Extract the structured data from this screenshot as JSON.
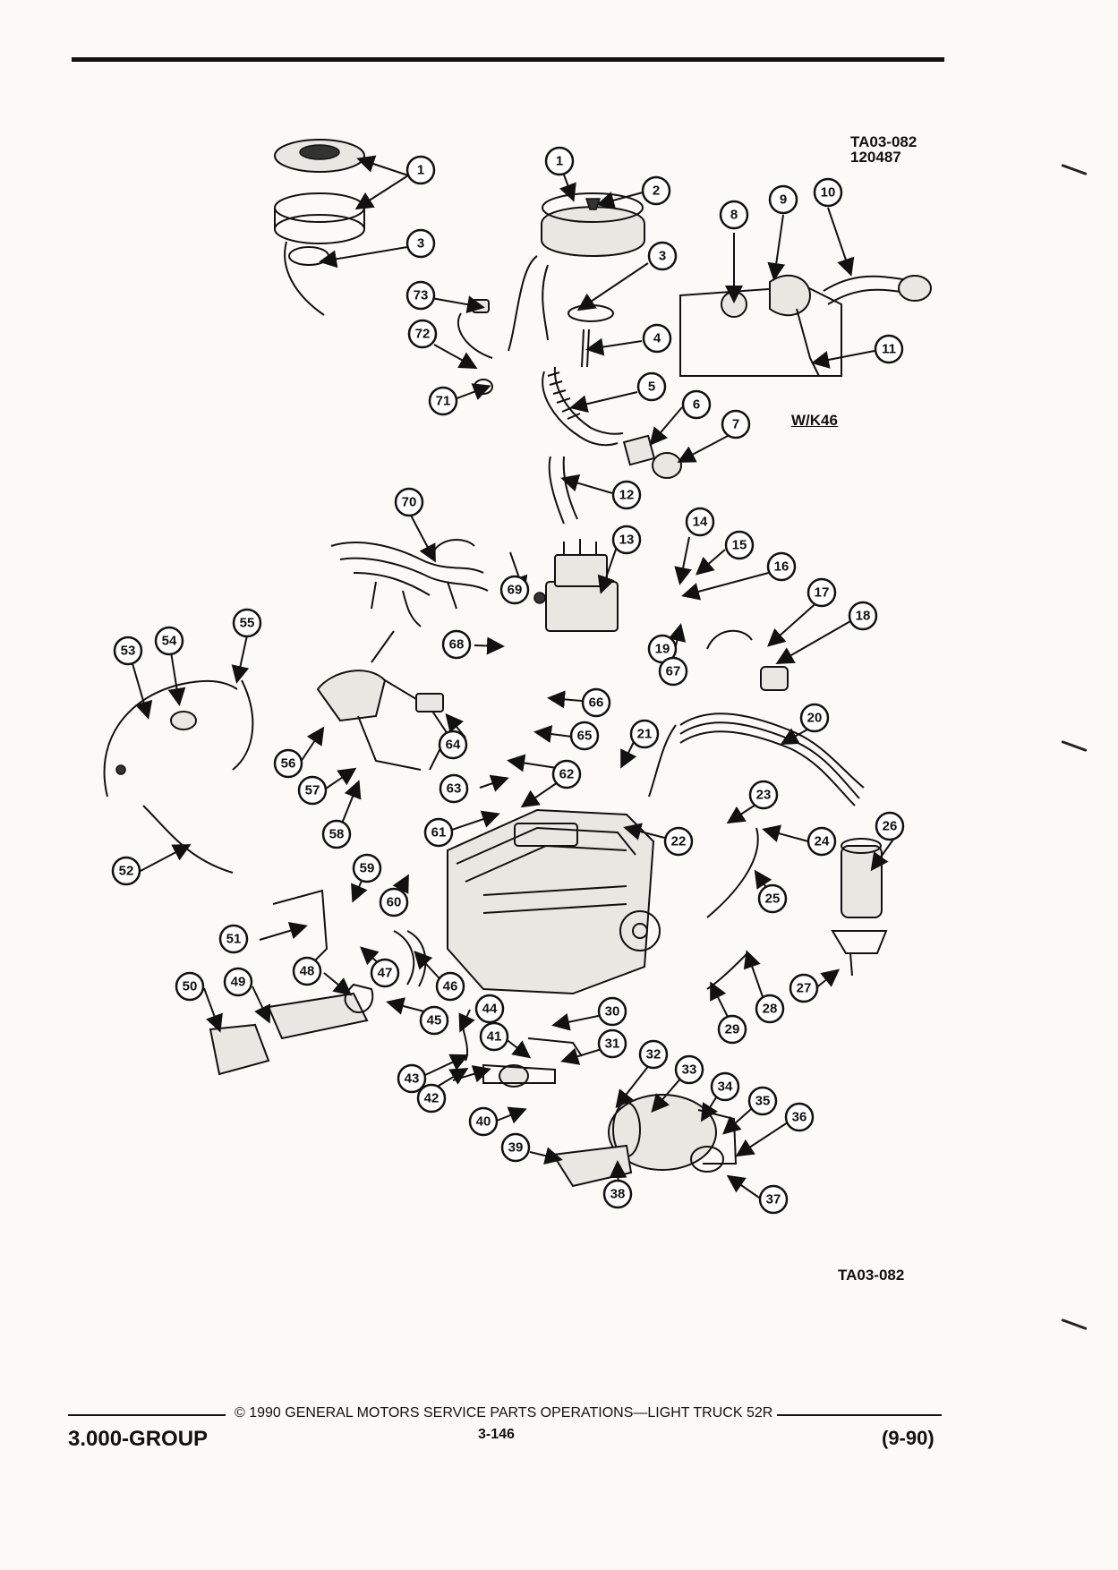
{
  "header": {
    "figure_ref": "TA03-082",
    "figure_date_code": "120487",
    "variant_label": "W/K46"
  },
  "footer": {
    "figure_ref": "TA03-082",
    "group": "3.000-GROUP",
    "copyright": "© 1990 GENERAL MOTORS SERVICE PARTS OPERATIONS—LIGHT TRUCK 52R",
    "page_number": "3-146",
    "revision": "(9-90)"
  },
  "callouts": [
    "1",
    "1",
    "2",
    "3",
    "3",
    "4",
    "5",
    "6",
    "7",
    "8",
    "9",
    "10",
    "11",
    "12",
    "13",
    "14",
    "15",
    "16",
    "17",
    "18",
    "19",
    "20",
    "21",
    "22",
    "23",
    "24",
    "25",
    "26",
    "27",
    "28",
    "29",
    "30",
    "31",
    "32",
    "33",
    "34",
    "35",
    "36",
    "37",
    "38",
    "39",
    "40",
    "41",
    "42",
    "43",
    "44",
    "45",
    "46",
    "47",
    "48",
    "49",
    "50",
    "51",
    "52",
    "53",
    "54",
    "55",
    "56",
    "57",
    "58",
    "59",
    "60",
    "61",
    "62",
    "63",
    "64",
    "65",
    "66",
    "67",
    "68",
    "69",
    "70",
    "71",
    "72",
    "73"
  ]
}
